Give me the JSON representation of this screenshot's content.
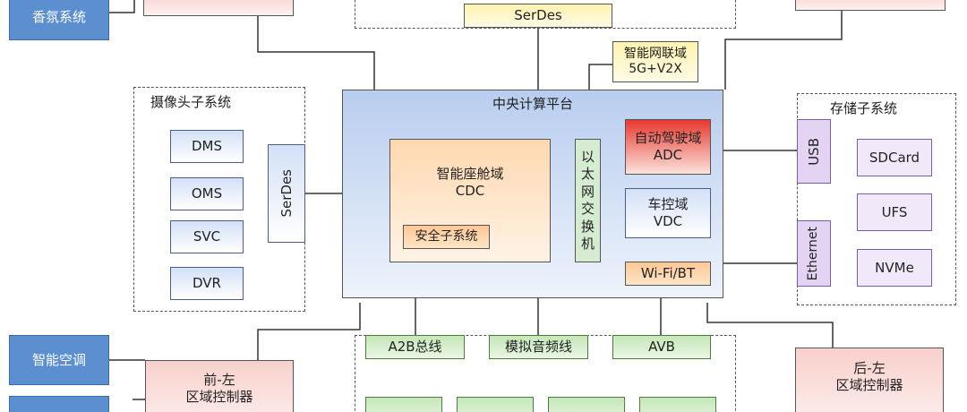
{
  "platform": {
    "title": "中央计算平台"
  },
  "top": {
    "serdes": "SerDes",
    "fragrance": "香氛系统"
  },
  "connectivity": {
    "line1": "智能网联域",
    "line2": "5G+V2X"
  },
  "camera": {
    "title": "摄像头子系统",
    "serdes": "SerDes",
    "items": [
      "DMS",
      "OMS",
      "SVC",
      "DVR"
    ]
  },
  "cockpit": {
    "line1": "智能座舱域",
    "line2": "CDC",
    "safety": "安全子系统"
  },
  "switch": {
    "chars": [
      "以",
      "太",
      "网",
      "交",
      "换",
      "机"
    ]
  },
  "adc": {
    "line1": "自动驾驶域",
    "line2": "ADC"
  },
  "vdc": {
    "line1": "车控域",
    "line2": "VDC"
  },
  "wifi": {
    "label": "Wi-Fi/BT"
  },
  "storage": {
    "title": "存储子系统",
    "usb": "USB",
    "ethernet": "Ethernet",
    "items": [
      "SDCard",
      "UFS",
      "NVMe"
    ]
  },
  "audio": {
    "buses": [
      "A2B总线",
      "模拟音频线",
      "AVB"
    ]
  },
  "left": {
    "ac": "智能空调"
  },
  "front_left": {
    "line1": "前-左",
    "line2": "区域控制器"
  },
  "rear_left": {
    "line1": "后-左",
    "line2": "区域控制器"
  }
}
